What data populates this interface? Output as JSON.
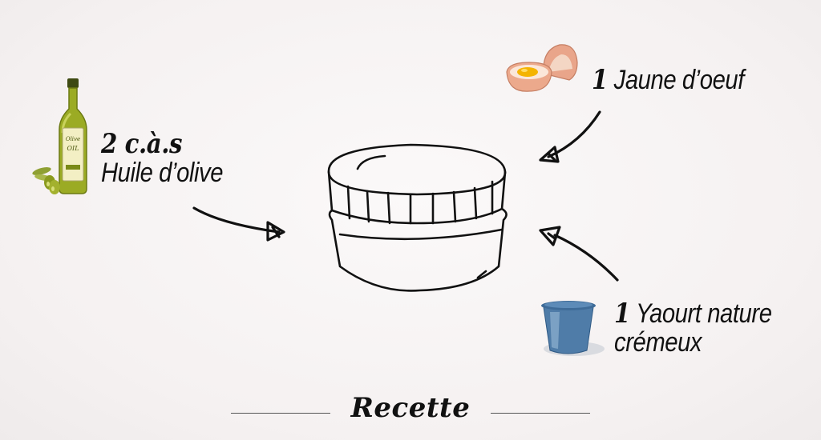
{
  "ingredients": {
    "olive_oil": {
      "quantity": "2 c.à.s",
      "name": "Huile d’olive",
      "icon": "olive-oil-bottle-icon",
      "bottle_text": "Olive OIL"
    },
    "egg": {
      "quantity": "1",
      "name": "Jaune d’oeuf",
      "icon": "egg-yolk-icon"
    },
    "yogurt": {
      "quantity": "1",
      "name": "Yaourt nature",
      "name_line2": "crémeux",
      "icon": "yogurt-cup-icon"
    }
  },
  "center": {
    "icon": "jar-sketch-icon"
  },
  "footer": {
    "title": "Recette"
  },
  "colors": {
    "text": "#111111",
    "background": "#f7f4f4",
    "olive": "#8a9a20",
    "yogurt_blue": "#4f7ca8",
    "egg_yolk": "#f4b400"
  }
}
